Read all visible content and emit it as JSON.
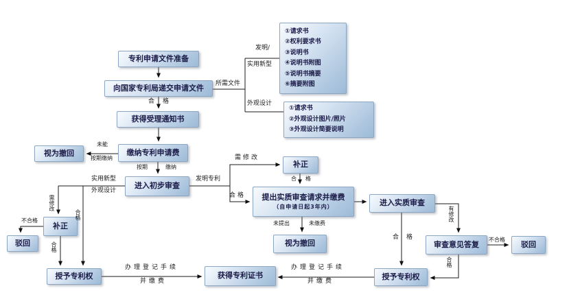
{
  "flowchart": {
    "nodes": {
      "prep": {
        "label": "专利申请文件准备"
      },
      "submit": {
        "label": "向国家专利局递交申请文件"
      },
      "accept": {
        "label": "获得受理通知书"
      },
      "pay_fee": {
        "label": "缴纳专利申请费"
      },
      "withdraw_left": {
        "label": "视为撤回"
      },
      "prelim_exam": {
        "label": "进入初步审查"
      },
      "docs_invention": {
        "items": [
          "①请求书",
          "②权利要求书",
          "③说明书",
          "④说明书附图",
          "⑤说明书摘要",
          "⑥摘要附图"
        ]
      },
      "docs_design": {
        "items": [
          "①请求书",
          "②外观设计图片/照片",
          "③外观设计简要说明"
        ]
      },
      "correction_right": {
        "label": "补正"
      },
      "subst_request": {
        "label": "提出实质审查请求并缴费",
        "sublabel": "（自申请日起3年内）"
      },
      "withdraw_mid": {
        "label": "视为撤回"
      },
      "subst_exam": {
        "label": "进入实质审查"
      },
      "opinion_reply": {
        "label": "审查意见答复"
      },
      "reject_right": {
        "label": "驳回"
      },
      "grant_right": {
        "label": "授予专利权"
      },
      "certificate": {
        "label": "获得专利证书"
      },
      "grant_left": {
        "label": "授予专利权"
      },
      "correction_left": {
        "label": "补正"
      },
      "reject_left": {
        "label": "驳回"
      }
    },
    "labels": {
      "required_docs": "所需文件",
      "invention_slash": "发明/",
      "utility_model": "实用新型",
      "design": "外观设计",
      "he": "合",
      "ge": "格",
      "hege": "合格",
      "bu_hege": "不合格",
      "weineng": "未能",
      "anqi_jiaona": "按期缴纳",
      "anqi": "按期",
      "jiaona": "缴纳",
      "invention_patent": "发明专利",
      "need_fix": "需修改",
      "has_fix": "有修改",
      "not_submitted": "未提出",
      "not_paid": "未缴费",
      "register_procedure": "办理登记手续",
      "and_pay": "并缴费"
    }
  }
}
